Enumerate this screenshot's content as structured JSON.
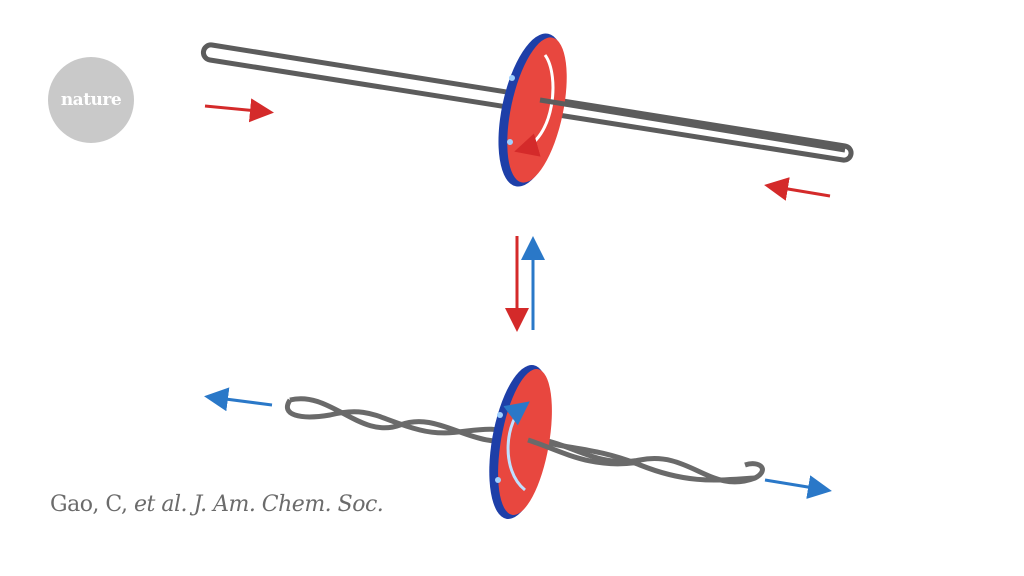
{
  "logo": {
    "text": "nature"
  },
  "caption": {
    "authors": "Gao, C,",
    "etal": "et al.",
    "journal": "J. Am. Chem. Soc."
  },
  "colors": {
    "red_arrow": "#d42a2a",
    "blue_arrow": "#2a78c8",
    "rod": "#5c5c5c",
    "disc_face": "#e8473f",
    "disc_rim": "#1e3fa8"
  }
}
